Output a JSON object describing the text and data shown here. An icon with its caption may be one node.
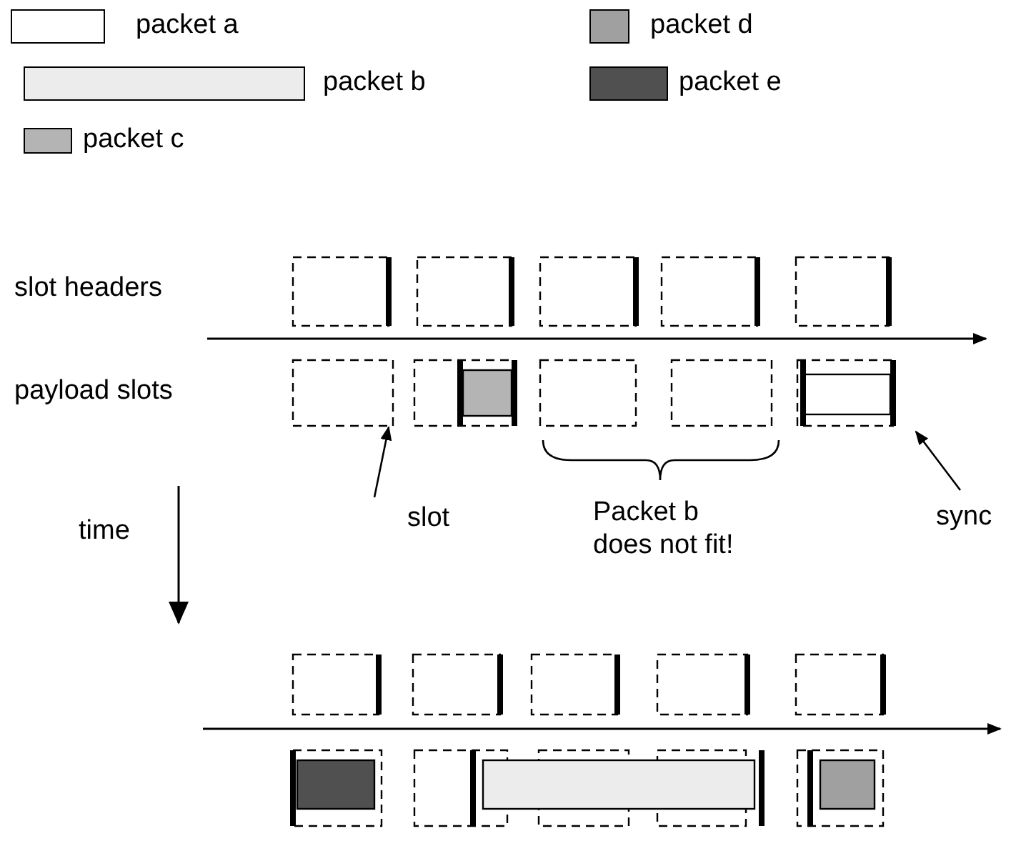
{
  "diagram": {
    "nodes": [
      {
        "text": [
          "slot"
        ]
      },
      {
        "text": [],
        "shape": "box"
      },
      {
        "text": [
          "sync"
        ]
      },
      {
        "text": [],
        "shape": "bar"
      }
    ],
    "edges": [
      {
        "from": 0,
        "to": 1,
        "arrow": "to"
      },
      {
        "from": 2,
        "to": 3,
        "arrow": "to"
      }
    ],
    "labels": [
      "slot headers",
      "payload slots",
      "Packet b does not fit!",
      "time"
    ],
    "legend": [
      {
        "text": "packet a",
        "color": "#ffffff"
      },
      {
        "text": "packet b",
        "color": "#ececec"
      },
      {
        "text": "packet c",
        "color": "#b4b4b4"
      },
      {
        "text": "packet d",
        "color": "#a0a0a0"
      },
      {
        "text": "packet e",
        "color": "#505050"
      }
    ]
  }
}
